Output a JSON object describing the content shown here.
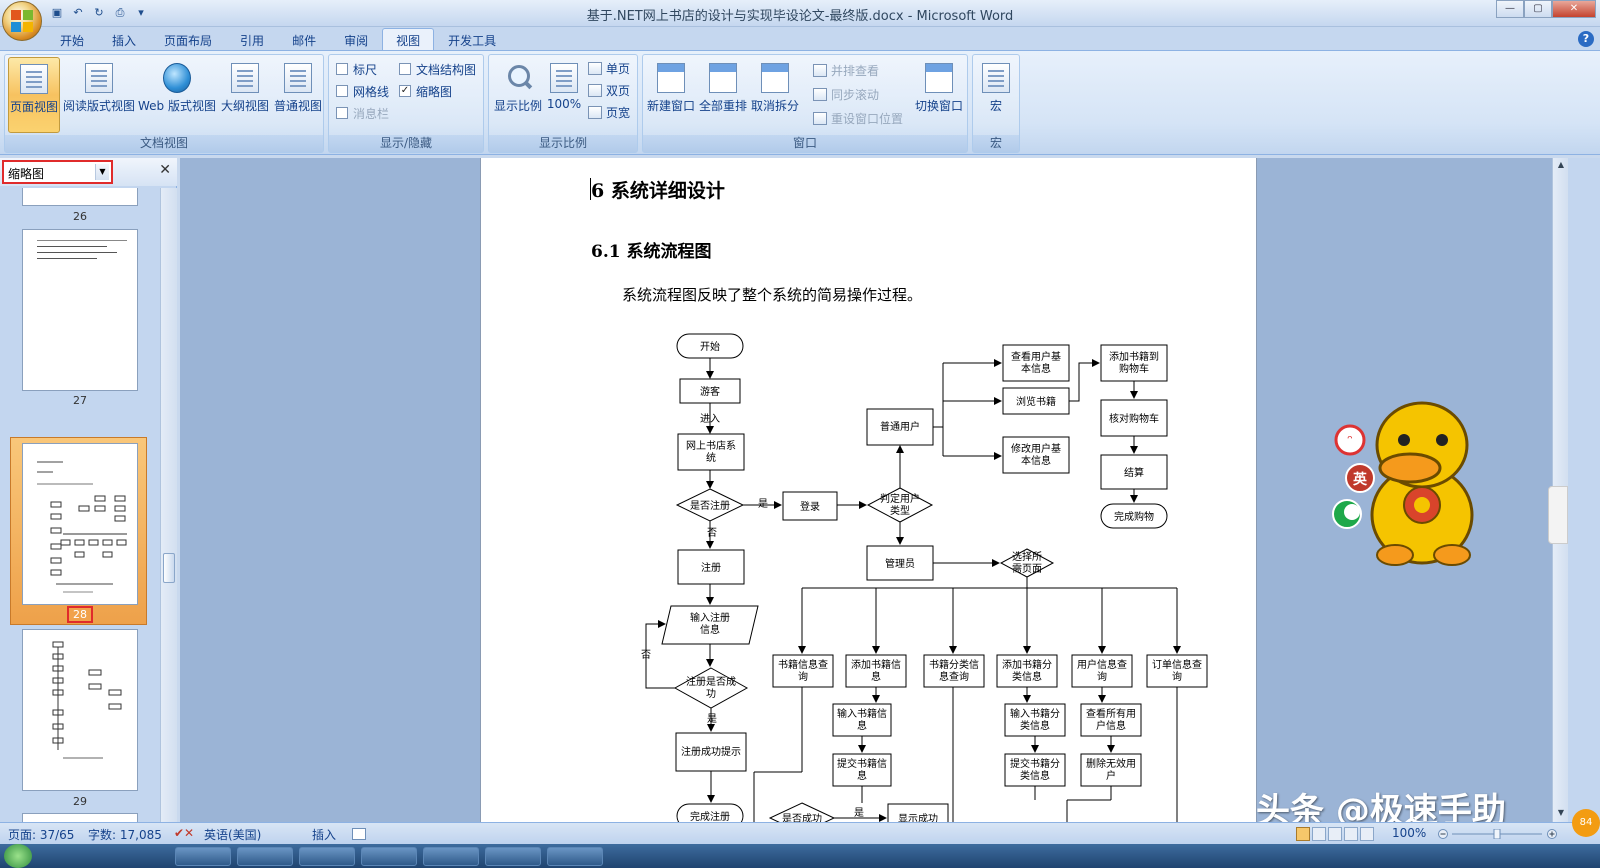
{
  "window": {
    "title": "基于.NET网上书店的设计与实现毕设论文-最终版.docx - Microsoft Word",
    "controls": [
      "—",
      "▢",
      "✕"
    ]
  },
  "ribbon_tabs": [
    "开始",
    "插入",
    "页面布局",
    "引用",
    "邮件",
    "审阅",
    "视图",
    "开发工具"
  ],
  "active_tab": "视图",
  "groups": {
    "doc_views": {
      "label": "文档视图",
      "buttons": [
        "页面视图",
        "阅读版式视图",
        "Web 版式视图",
        "大纲视图",
        "普通视图"
      ],
      "active": "页面视图"
    },
    "show_hide": {
      "label": "显示/隐藏",
      "items": [
        {
          "label": "标尺",
          "checked": false
        },
        {
          "label": "文档结构图",
          "checked": false
        },
        {
          "label": "网格线",
          "checked": false
        },
        {
          "label": "缩略图",
          "checked": true
        },
        {
          "label": "消息栏",
          "checked": false
        }
      ]
    },
    "zoom": {
      "label": "显示比例",
      "buttons": [
        "显示比例",
        "100%"
      ],
      "small": [
        "单页",
        "双页",
        "页宽"
      ]
    },
    "window": {
      "label": "窗口",
      "buttons": [
        "新建窗口",
        "全部重排",
        "取消拆分",
        "切换窗口"
      ],
      "small": [
        "并排查看",
        "同步滚动",
        "重设窗口位置"
      ]
    },
    "macro": {
      "label": "宏",
      "button": "宏"
    }
  },
  "left_pane": {
    "selector": "缩略图",
    "thumb_numbers": [
      "26",
      "27",
      "28",
      "29"
    ],
    "selected": "28"
  },
  "document": {
    "h1": "6  系统详细设计",
    "h2": "6.1 系统流程图",
    "para": "系统流程图反映了整个系统的简易操作过程。",
    "flow": {
      "start": "开始",
      "guest": "游客",
      "enter": "进入",
      "system": [
        "网上书店系",
        "统"
      ],
      "registered_q": "是否注册",
      "yes": "是",
      "no": "否",
      "login": "登录",
      "user_type": [
        "判定用户",
        "类型"
      ],
      "normal_user": "普通用户",
      "view_info": [
        "查看用户基",
        "本信息"
      ],
      "browse": "浏览书籍",
      "modify_info": [
        "修改用户基",
        "本信息"
      ],
      "add_cart": [
        "添加书籍到",
        "购物车"
      ],
      "check_cart": "核对购物车",
      "checkout": "结算",
      "done_shop": "完成购物",
      "admin": "管理员",
      "choose_page": [
        "选择所",
        "需页面"
      ],
      "register": "注册",
      "input_reg": [
        "输入注册",
        "信息"
      ],
      "reg_ok_q": [
        "注册是否成",
        "功"
      ],
      "reg_ok_tip": "注册成功提示",
      "done_reg": "完成注册",
      "book_query": [
        "书籍信息查",
        "询"
      ],
      "add_book": [
        "添加书籍信",
        "息"
      ],
      "cat_query": [
        "书籍分类信",
        "息查询"
      ],
      "add_cat": [
        "添加书籍分",
        "类信息"
      ],
      "user_query": [
        "用户信息查",
        "询"
      ],
      "order_query": [
        "订单信息查",
        "询"
      ],
      "input_book": [
        "输入书籍信",
        "息"
      ],
      "submit_book": [
        "提交书籍信",
        "息"
      ],
      "input_cat": [
        "输入书籍分",
        "类信息"
      ],
      "submit_cat": [
        "提交书籍分",
        "类信息"
      ],
      "view_all_users": [
        "查看所有用",
        "户信息"
      ],
      "del_invalid": [
        "删除无效用",
        "户"
      ],
      "success_q": "是否成功",
      "show_success": "显示成功"
    }
  },
  "status": {
    "page": "页面: 37/65",
    "words": "字数: 17,085",
    "lang": "英语(美国)",
    "mode": "插入",
    "zoom": "100%"
  },
  "overlay": {
    "ime_label": "英",
    "watermark": "头条 @极速手助",
    "badge": "84"
  }
}
